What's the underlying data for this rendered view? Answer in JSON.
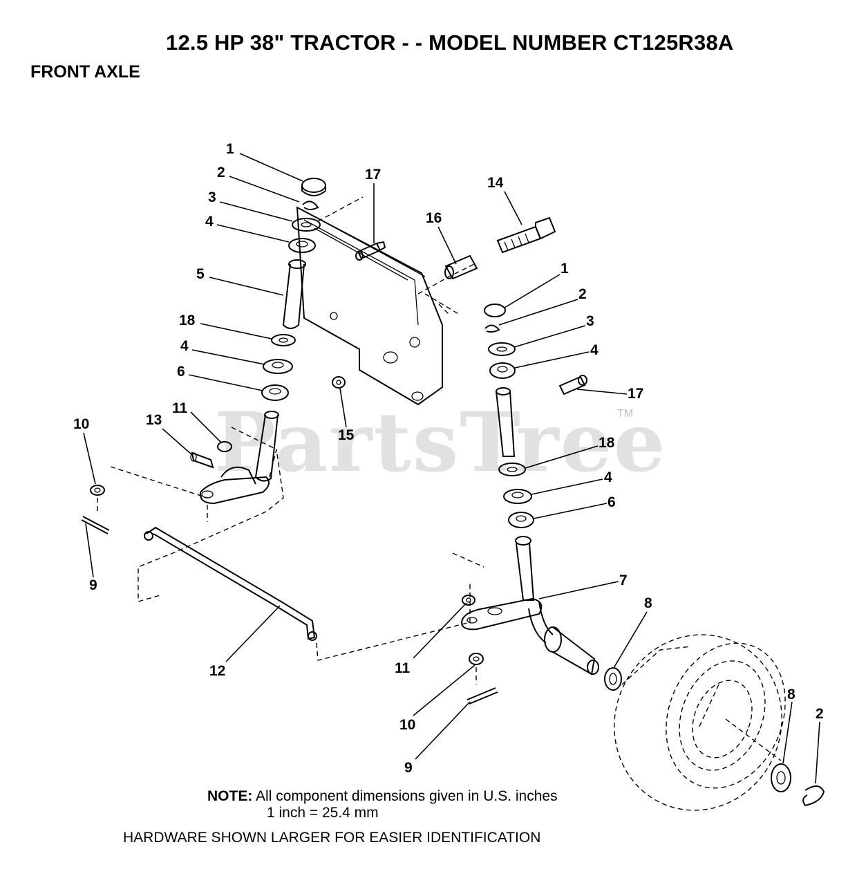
{
  "title": "12.5 HP 38\" TRACTOR - - MODEL NUMBER CT125R38A",
  "section": "FRONT AXLE",
  "watermark": "PartsTree",
  "watermark_tm": "TM",
  "note": {
    "label": "NOTE:",
    "line1": "All component dimensions given in U.S. inches",
    "line2": "1 inch = 25.4 mm"
  },
  "hardware_note": "HARDWARE SHOWN LARGER FOR EASIER IDENTIFICATION",
  "callouts": [
    {
      "id": "c1a",
      "label": "1"
    },
    {
      "id": "c2a",
      "label": "2"
    },
    {
      "id": "c3a",
      "label": "3"
    },
    {
      "id": "c4a",
      "label": "4"
    },
    {
      "id": "c5",
      "label": "5"
    },
    {
      "id": "c18a",
      "label": "18"
    },
    {
      "id": "c4b",
      "label": "4"
    },
    {
      "id": "c6a",
      "label": "6"
    },
    {
      "id": "c17a",
      "label": "17"
    },
    {
      "id": "c16",
      "label": "16"
    },
    {
      "id": "c14",
      "label": "14"
    },
    {
      "id": "c1b",
      "label": "1"
    },
    {
      "id": "c2b",
      "label": "2"
    },
    {
      "id": "c3b",
      "label": "3"
    },
    {
      "id": "c4c",
      "label": "4"
    },
    {
      "id": "c17b",
      "label": "17"
    },
    {
      "id": "c15",
      "label": "15"
    },
    {
      "id": "c10a",
      "label": "10"
    },
    {
      "id": "c13",
      "label": "13"
    },
    {
      "id": "c11a",
      "label": "11"
    },
    {
      "id": "c9a",
      "label": "9"
    },
    {
      "id": "c18b",
      "label": "18"
    },
    {
      "id": "c4d",
      "label": "4"
    },
    {
      "id": "c6b",
      "label": "6"
    },
    {
      "id": "c7",
      "label": "7"
    },
    {
      "id": "c8a",
      "label": "8"
    },
    {
      "id": "c12",
      "label": "12"
    },
    {
      "id": "c11b",
      "label": "11"
    },
    {
      "id": "c10b",
      "label": "10"
    },
    {
      "id": "c9b",
      "label": "9"
    },
    {
      "id": "c8b",
      "label": "8"
    },
    {
      "id": "c2c",
      "label": "2"
    }
  ]
}
